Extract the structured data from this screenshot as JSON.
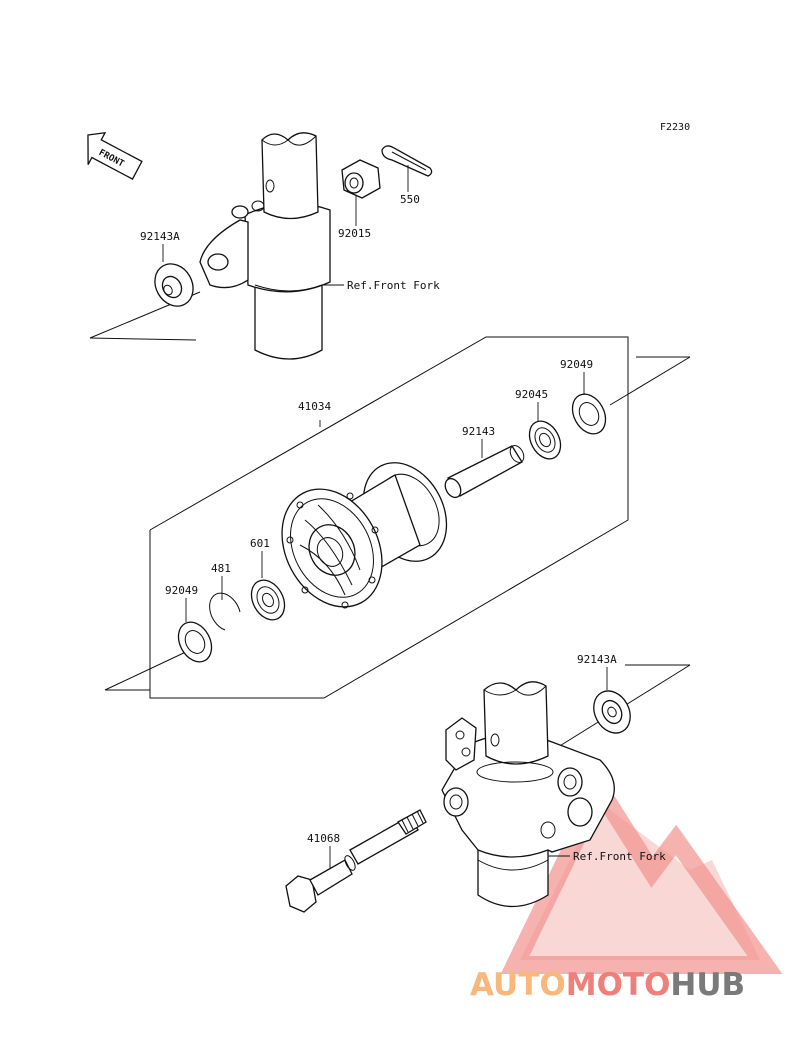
{
  "diagram_code": "F2230",
  "front_arrow_text": "FRONT",
  "references": {
    "upper_fork": "Ref.Front Fork",
    "lower_fork": "Ref.Front Fork"
  },
  "parts": [
    {
      "id": "92143A_upper",
      "number": "92143A"
    },
    {
      "id": "92015",
      "number": "92015"
    },
    {
      "id": "550",
      "number": "550"
    },
    {
      "id": "41034",
      "number": "41034"
    },
    {
      "id": "92049_right",
      "number": "92049"
    },
    {
      "id": "92045",
      "number": "92045"
    },
    {
      "id": "92143",
      "number": "92143"
    },
    {
      "id": "601",
      "number": "601"
    },
    {
      "id": "481",
      "number": "481"
    },
    {
      "id": "92049_left",
      "number": "92049"
    },
    {
      "id": "92143A_lower",
      "number": "92143A"
    },
    {
      "id": "41068",
      "number": "41068"
    }
  ],
  "watermark": {
    "part1": "AUTO",
    "part2": "MOTO",
    "part3": "HUB",
    "colors": {
      "light": "#f7b77d",
      "red": "#ef7f7a",
      "gray": "#7a7a7a"
    }
  }
}
